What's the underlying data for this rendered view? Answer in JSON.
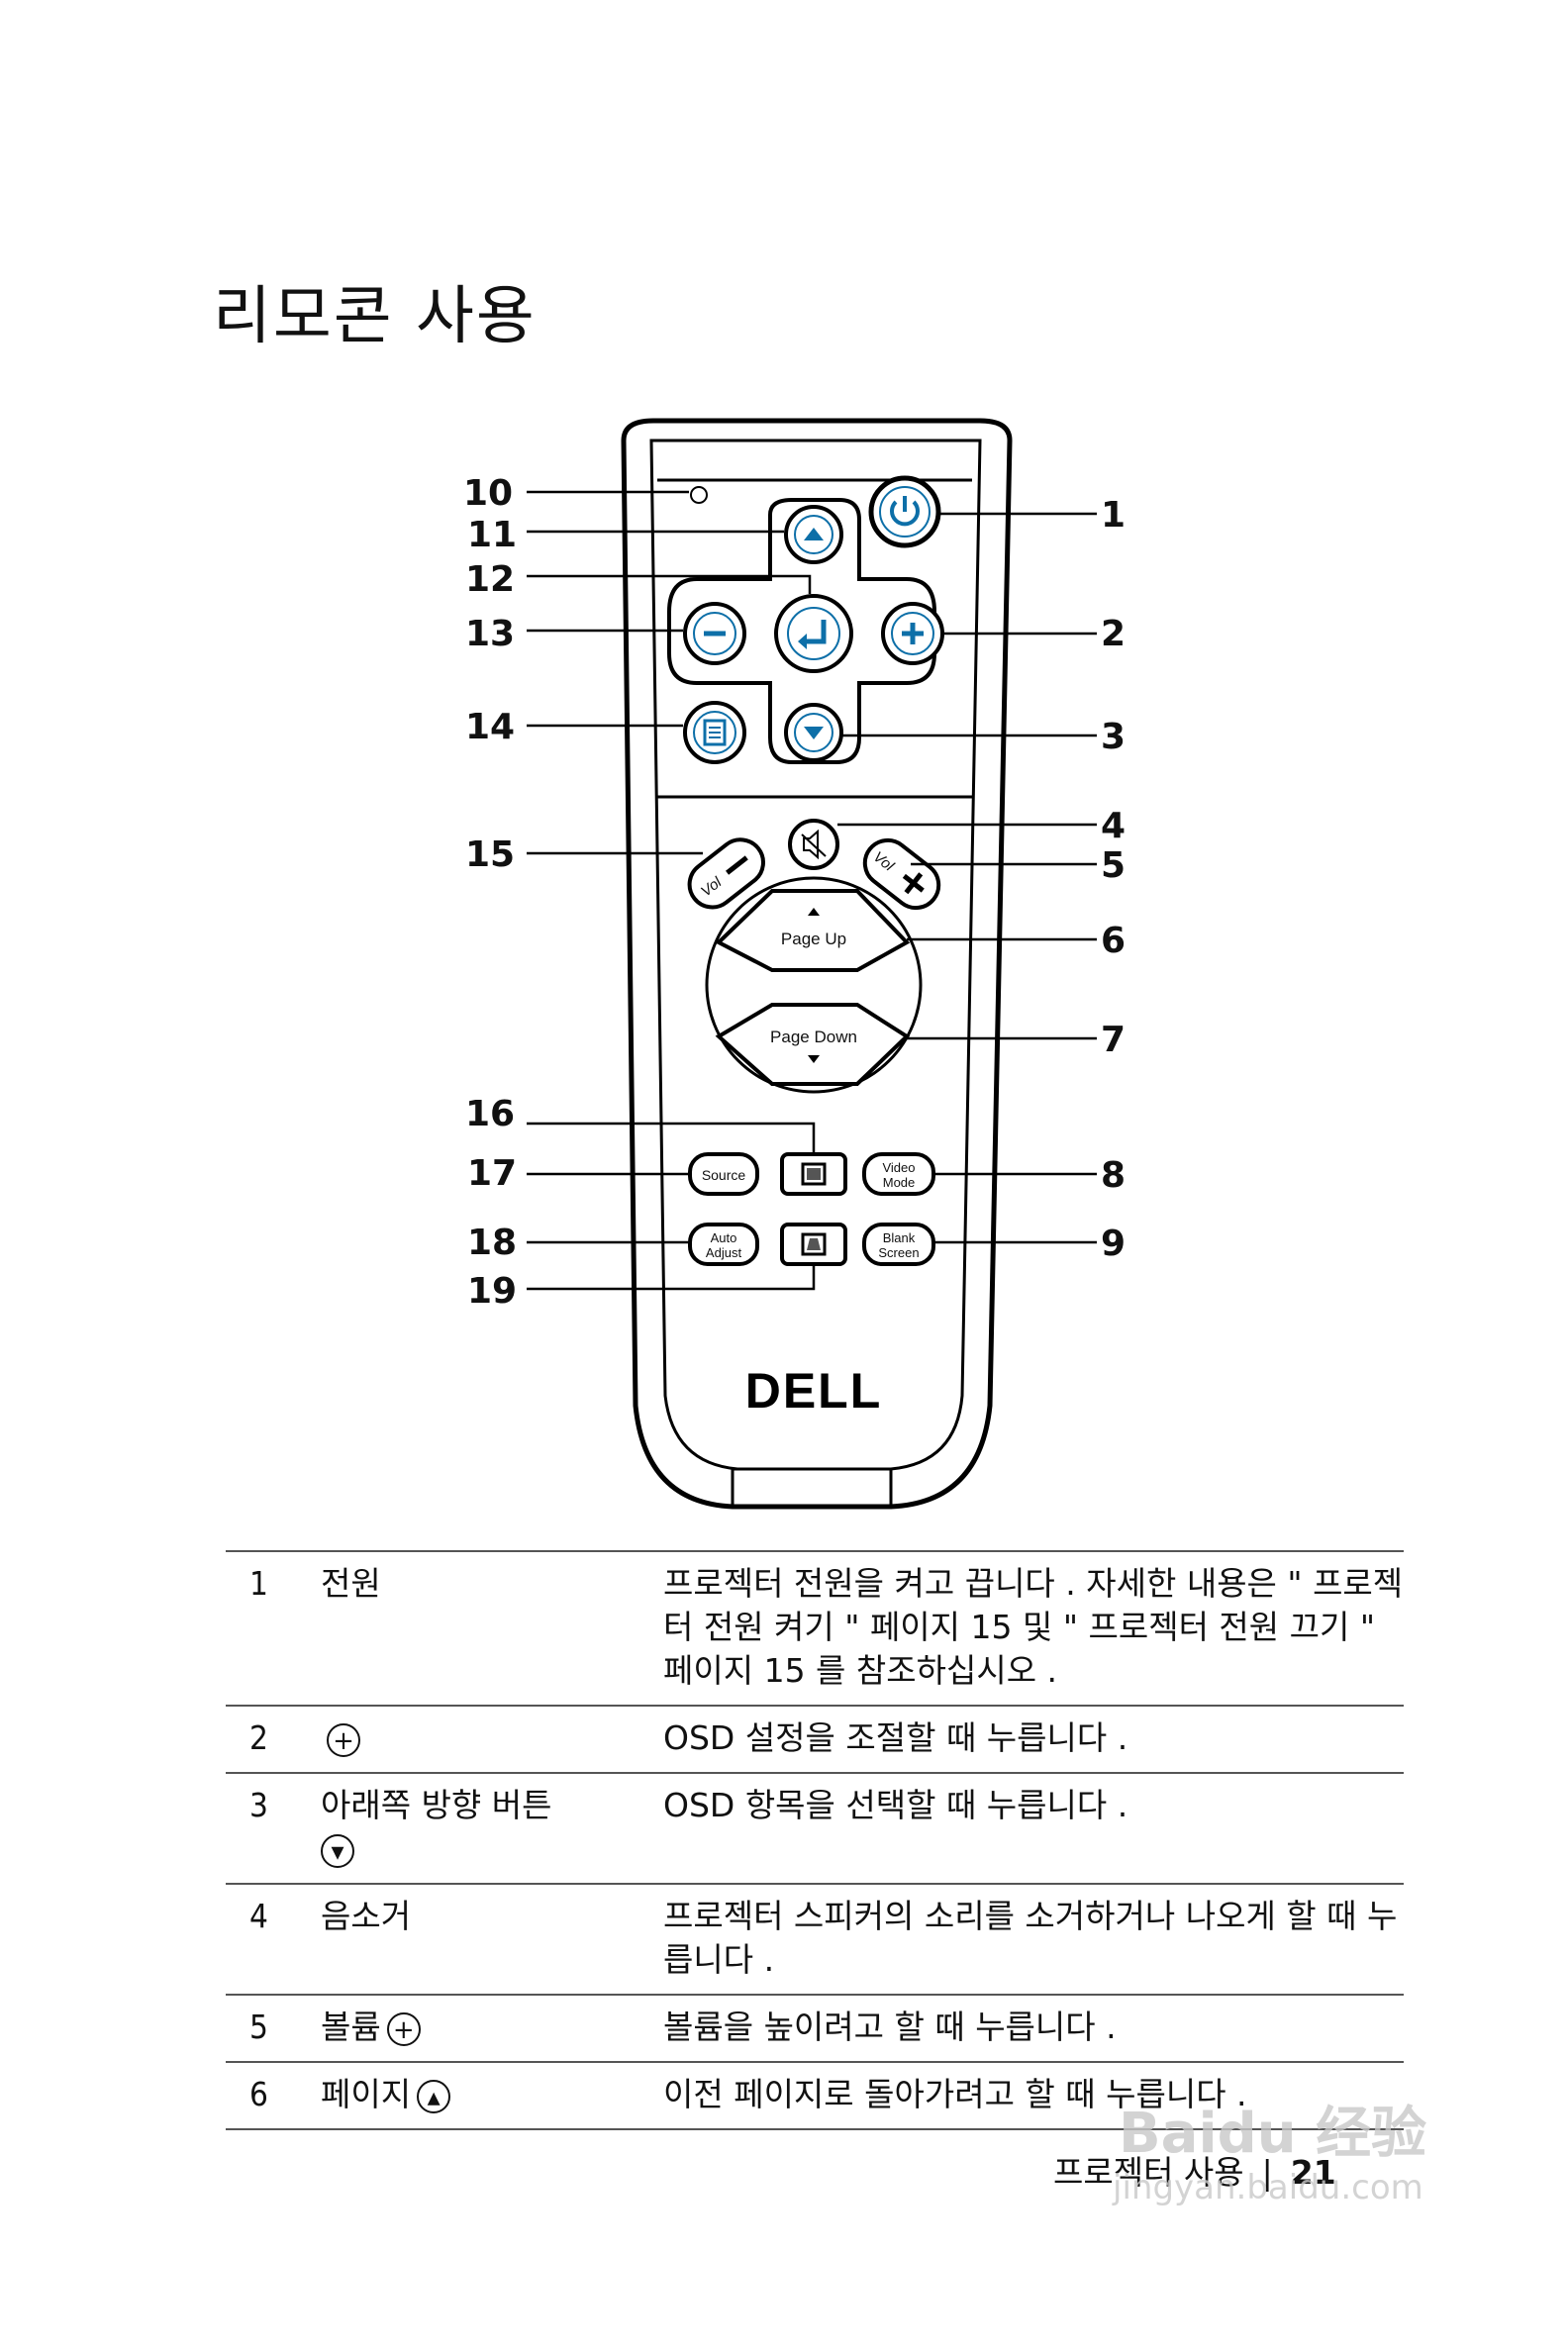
{
  "page_title": "리모콘 사용",
  "brand_logo": "DELL",
  "callouts_left": [
    "10",
    "11",
    "12",
    "13",
    "14",
    "15",
    "16",
    "17",
    "18",
    "19"
  ],
  "callouts_right": [
    "1",
    "2",
    "3",
    "4",
    "5",
    "6",
    "7",
    "8",
    "9"
  ],
  "buttons": {
    "vol_minus": "Vol",
    "vol_plus": "Vol",
    "page_up": "Page Up",
    "page_down": "Page Down",
    "source": "Source",
    "video_mode_1": "Video",
    "video_mode_2": "Mode",
    "auto_adjust_1": "Auto",
    "auto_adjust_2": "Adjust",
    "blank_screen_1": "Blank",
    "blank_screen_2": "Screen"
  },
  "table": {
    "rows": [
      {
        "num": "1",
        "name": "전원",
        "icon": "",
        "desc": "프로젝터 전원을 켜고 끕니다 . 자세한 내용은 \" 프로젝터 전원 켜기 \" 페이지 15 및 \" 프로젝터 전원 끄기 \" 페이지 15 를 참조하십시오 ."
      },
      {
        "num": "2",
        "name": "",
        "icon": "plus",
        "desc": "OSD 설정을 조절할 때 누릅니다 ."
      },
      {
        "num": "3",
        "name": "아래쪽 방향 버튼",
        "icon": "down",
        "desc": "OSD 항목을 선택할 때 누릅니다 ."
      },
      {
        "num": "4",
        "name": "음소거",
        "icon": "",
        "desc": "프로젝터 스피커의 소리를 소거하거나 나오게 할 때 누릅니다 ."
      },
      {
        "num": "5",
        "name": "볼륨",
        "icon": "plus",
        "desc": "볼륨을 높이려고 할 때 누릅니다 ."
      },
      {
        "num": "6",
        "name": "페이지",
        "icon": "up",
        "desc": "이전 페이지로 돌아가려고 할 때 누릅니다 ."
      }
    ]
  },
  "footer": {
    "section": "프로젝터 사용",
    "separator": "|",
    "page": "21"
  },
  "watermark": {
    "line1": "Baidu 经验",
    "line2": "jingyan.baidu.com"
  }
}
